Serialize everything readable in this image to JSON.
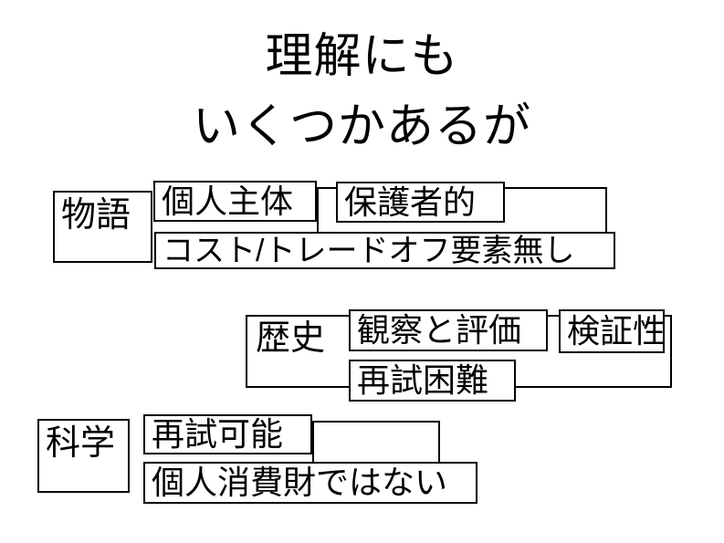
{
  "slide": {
    "title": {
      "line1": "理解にも",
      "line2": "いくつかあるが"
    },
    "rows": [
      {
        "label": "物語",
        "boxes": [
          "個人主体",
          "保護者的",
          "コスト/トレードオフ要素無し"
        ]
      },
      {
        "label": "歴史",
        "boxes": [
          "観察と評価",
          "検証性",
          "再試困難"
        ]
      },
      {
        "label": "科学",
        "boxes": [
          "再試可能",
          "個人消費財ではない"
        ]
      }
    ],
    "colors": {
      "background": "#ffffff",
      "border": "#000000",
      "text": "#000000"
    }
  }
}
